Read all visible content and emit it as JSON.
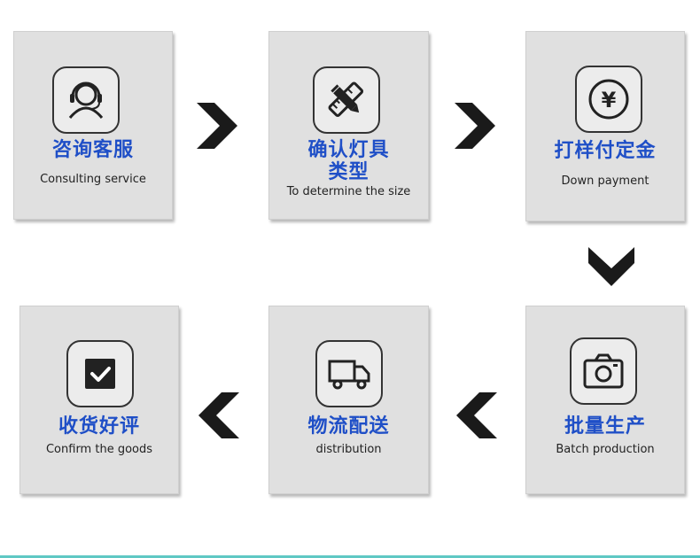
{
  "steps": [
    {
      "title": "咨询客服",
      "subtitle": "Consulting service",
      "icon": "headset-agent-icon"
    },
    {
      "title_line1": "确认灯具",
      "title_line2": "类型",
      "subtitle": "To determine the size",
      "icon": "ruler-pencil-icon"
    },
    {
      "title": "打样付定金",
      "subtitle": "Down payment",
      "icon": "yen-coin-icon"
    },
    {
      "title": "批量生产",
      "subtitle": "Batch production",
      "icon": "camera-icon"
    },
    {
      "title": "物流配送",
      "subtitle": "distribution",
      "icon": "delivery-truck-icon"
    },
    {
      "title": "收货好评",
      "subtitle": "Confirm the goods",
      "icon": "checkbox-check-icon"
    }
  ],
  "colors": {
    "title": "#1f4fc7",
    "card": "#e0e0e0",
    "arrow": "#1a1a1a",
    "accent_line": "#5fc8c4"
  }
}
